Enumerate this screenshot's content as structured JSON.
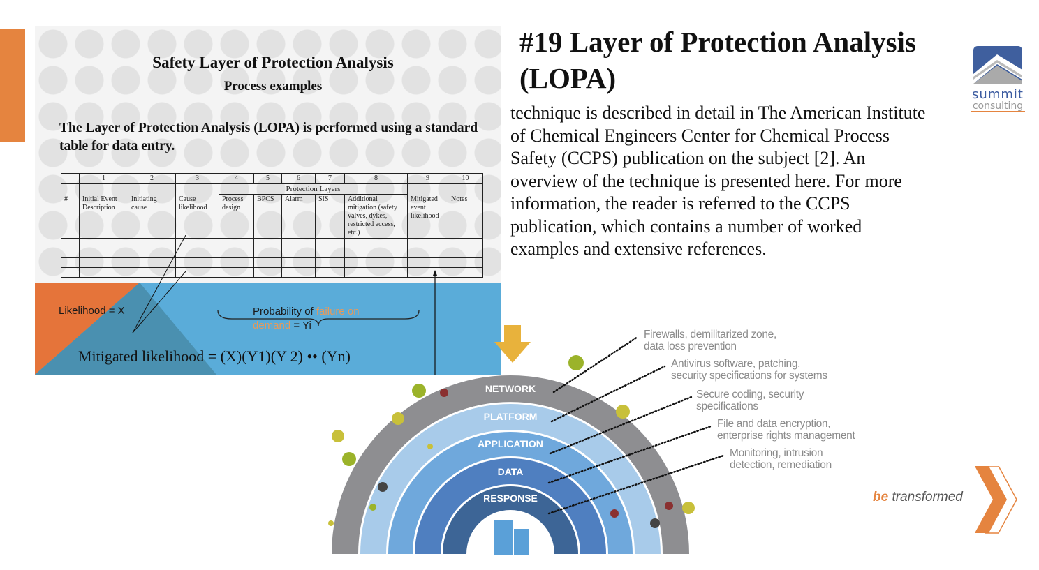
{
  "slide": {
    "heading": "#19 Layer of Protection  Analysis (LOPA)",
    "body": "technique is described in detail in The  American Institute of Chemical Engineers Center for Chemical Process Safety (CCPS) publication on the subject [2]. An overview of the technique is presented here. For more information, the reader is referred to the CCPS publication,  which contains a number of worked examples and extensive references.",
    "logo": {
      "line1": "summit",
      "line2": "consulting"
    },
    "tagline": {
      "bold": "be",
      "rest": " transformed"
    },
    "colors": {
      "accent": "#e5843f",
      "brand_blue": "#3b5ba0"
    }
  },
  "left_image": {
    "title": "Safety Layer of Protection Analysis",
    "subtitle": "Process examples",
    "description": "The Layer of Protection Analysis (LOPA) is performed using a standard table for data entry.",
    "table": {
      "numbers": [
        "",
        "1",
        "2",
        "3",
        "4",
        "5",
        "6",
        "7",
        "8",
        "9",
        "10"
      ],
      "group_header": "Protection Layers",
      "headers": [
        "#",
        "Initial Event Description",
        "Initiating cause",
        "Cause likelihood",
        "Process design",
        "BPCS",
        "Alarm",
        "SIS",
        "Additional mitigation (safety valves, dykes, restricted access, etc.)",
        "Mitigated event likelihood",
        "Notes"
      ],
      "empty_rows": 4
    },
    "likelihood_label": "Likelihood = X",
    "probability_label": {
      "prefix": "Probability of ",
      "highlight1": "failure on",
      "highlight2": "demand",
      "suffix": " = Yi"
    },
    "formula": "Mitigated likelihood = (X)(Y1)(Y 2) •• (Yn)"
  },
  "defense_diagram": {
    "layers": [
      "NETWORK",
      "PLATFORM",
      "APPLICATION",
      "DATA",
      "RESPONSE"
    ],
    "layer_colors": [
      "#8e8e91",
      "#a8cbea",
      "#6fa8dc",
      "#4f7fc0",
      "#3d6596"
    ],
    "annotations": [
      [
        "Firewalls, demilitarized zone,",
        "data loss prevention"
      ],
      [
        "Antivirus software, patching,",
        "security specifications for systems"
      ],
      [
        "Secure coding, security",
        "specifications"
      ],
      [
        "File and data encryption,",
        "enterprise rights management"
      ],
      [
        "Monitoring, intrusion",
        "detection, remediation"
      ]
    ]
  }
}
